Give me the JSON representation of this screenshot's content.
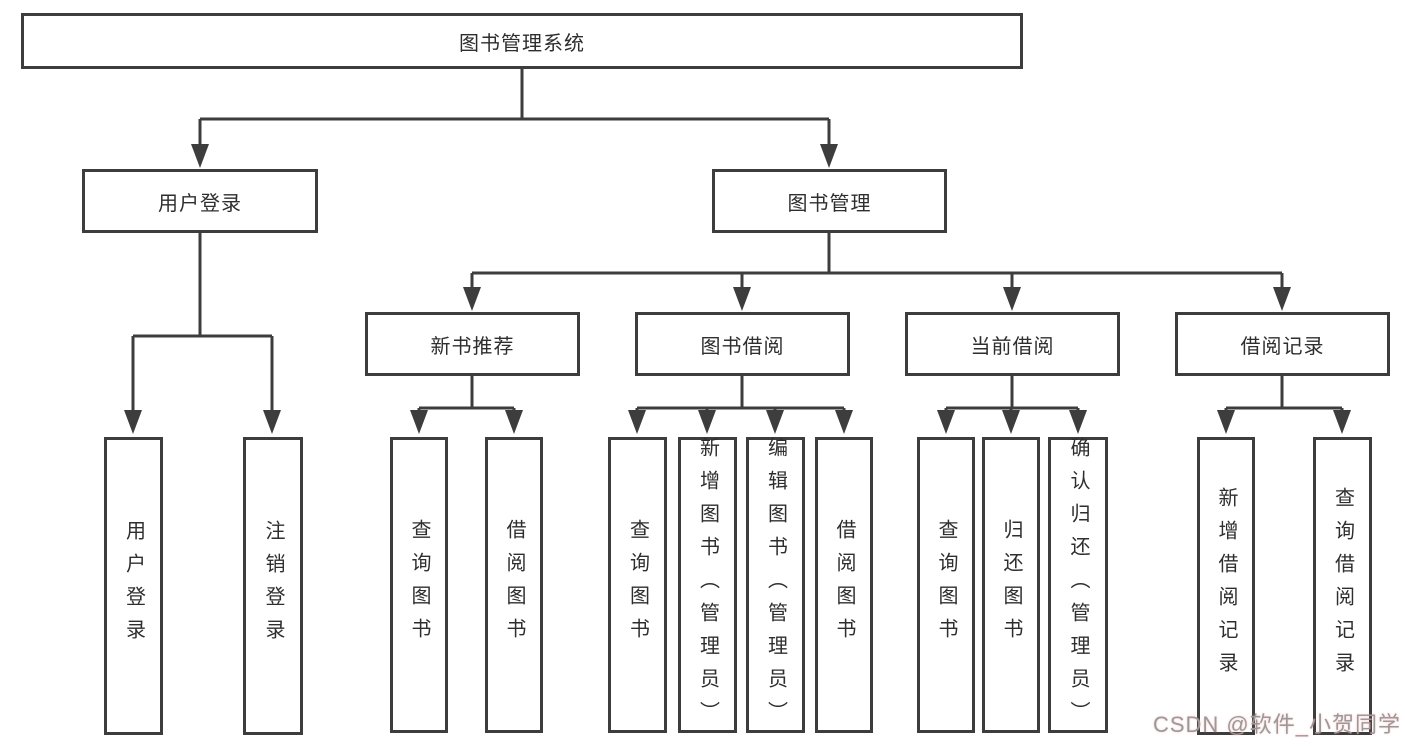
{
  "diagram": {
    "root": {
      "label": "图书管理系统"
    },
    "branches": [
      {
        "label": "用户登录",
        "children": [
          {
            "label": "用户登录"
          },
          {
            "label": "注销登录"
          }
        ]
      },
      {
        "label": "图书管理",
        "children": [
          {
            "label": "新书推荐",
            "children": [
              {
                "label": "查询图书"
              },
              {
                "label": "借阅图书"
              }
            ]
          },
          {
            "label": "图书借阅",
            "children": [
              {
                "label": "查询图书"
              },
              {
                "label": "新增图书（管理员）"
              },
              {
                "label": "编辑图书（管理员）"
              },
              {
                "label": "借阅图书"
              }
            ]
          },
          {
            "label": "当前借阅",
            "children": [
              {
                "label": "查询图书"
              },
              {
                "label": "归还图书"
              },
              {
                "label": "确认归还（管理员）"
              }
            ]
          },
          {
            "label": "借阅记录",
            "children": [
              {
                "label": "新增借阅记录"
              },
              {
                "label": "查询借阅记录"
              }
            ]
          }
        ]
      }
    ]
  },
  "watermark": {
    "text": "CSDN @软件_小贺同学"
  },
  "colors": {
    "line": "#3d3d3d",
    "box_border": "#3d3d3d",
    "box_fill": "#ffffff",
    "text": "#2e2e2e",
    "watermark": "#9a9a9a",
    "background": "#ffffff"
  }
}
